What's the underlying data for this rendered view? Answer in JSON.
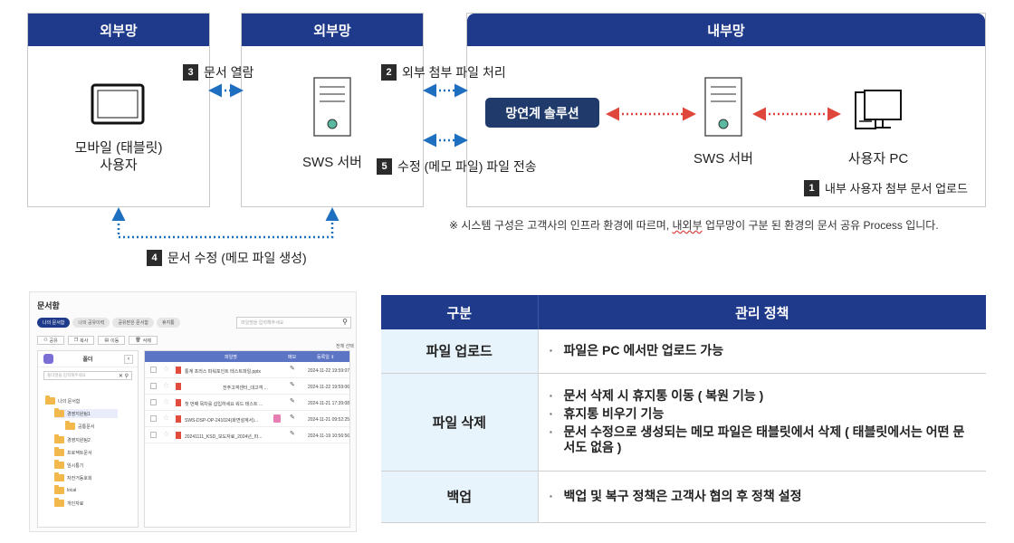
{
  "diagram": {
    "zones": {
      "mobile_zone_title": "외부망",
      "sws_zone_title": "외부망",
      "internal_zone_title": "내부망"
    },
    "nodes": {
      "tablet_user": "모바일 (태블릿)\n사용자",
      "sws_server_external": "SWS 서버",
      "solution": "망연계 솔루션",
      "sws_server_internal": "SWS 서버",
      "user_pc": "사용자 PC"
    },
    "steps": [
      {
        "num": "1",
        "label": "내부 사용자 첨부 문서 업로드"
      },
      {
        "num": "2",
        "label": "외부 첨부 파일 처리"
      },
      {
        "num": "3",
        "label": "문서 열람"
      },
      {
        "num": "4",
        "label": "문서 수정 (메모 파일 생성)"
      },
      {
        "num": "5",
        "label": "수정 (메모 파일) 파일 전송"
      }
    ],
    "note_prefix": "※ 시스템 구성은 고객사의 인프라 환경에 따르며, ",
    "note_wavy": "내외부",
    "note_suffix": " 업무망이 구분 된 환경의 문서 공유 Process 입니다.",
    "colors": {
      "header": "#1f3a8a",
      "blue_arrow": "#1e6fbf",
      "red_arrow": "#e0473c"
    }
  },
  "mini_ui": {
    "title": "문서함",
    "tabs": [
      "나의 문서함",
      "나의 공유이력",
      "공유받은 문서함",
      "휴지통"
    ],
    "search_placeholder": "파일명을 입력해주세요",
    "tools": [
      "공유",
      "복사",
      "이동",
      "삭제"
    ],
    "select_all": "전체 선택",
    "folder_header": "폴더",
    "folder_search_placeholder": "폴더명을 입력해주세요",
    "tree": [
      "나의 문서함",
      "경영지원팀1",
      "공통문서",
      "경영지원팀2",
      "프로젝트문서",
      "임시통기",
      "자전거동호회",
      "local",
      "개인자료"
    ],
    "table_headers": [
      "파일명",
      "메모",
      "등록일 ⇕"
    ],
    "rows": [
      {
        "name": "통계 프러스 파워포인트 테스트파일.pptx",
        "date": "2024-11-22 19:59:07"
      },
      {
        "name": "전주고객센터_대고객 ...",
        "date": "2024-11-22 19:59:06"
      },
      {
        "name": "첫 번째 목차를 삽입하세요 워드 테스트 ...",
        "date": "2024-11-21 17:39:08"
      },
      {
        "name": "SWS-DSP-OP-241024(화면설계서)...",
        "date": "2024-11-21 09:52:25"
      },
      {
        "name": "20241111_KSD_보도자료_2024년_따...",
        "date": "2024-11-19 10:56:56"
      }
    ]
  },
  "policy_table": {
    "headers": [
      "구분",
      "관리 정책"
    ],
    "rows": [
      {
        "category": "파일 업로드",
        "items": [
          "파일은 PC 에서만 업로드 가능"
        ]
      },
      {
        "category": "파일 삭제",
        "items": [
          "문서 삭제 시 휴지통 이동 ( 복원 기능 )",
          "휴지통 비우기 기능",
          "문서 수정으로 생성되는 메모 파일은 태블릿에서 삭제 ( 태블릿에서는 어떤 문서도 없음 )"
        ]
      },
      {
        "category": "백업",
        "items": [
          "백업 및 복구 정책은 고객사 협의 후 정책 설정"
        ]
      }
    ]
  }
}
